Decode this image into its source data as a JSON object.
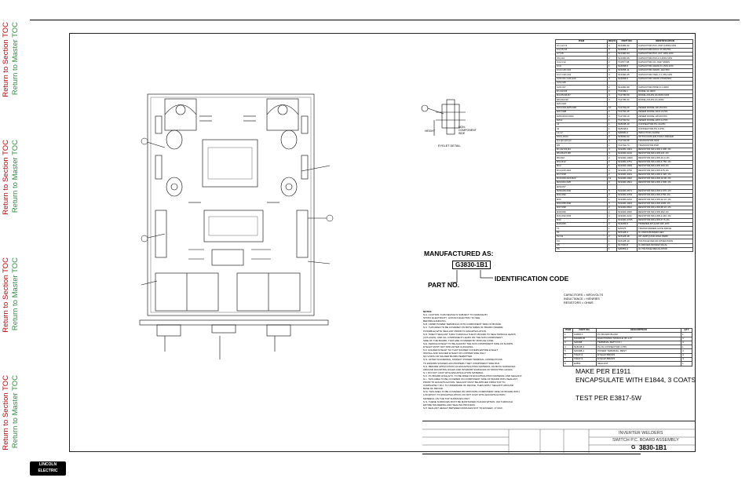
{
  "sidebar": {
    "links": [
      {
        "section": "Return to Section TOC",
        "master": "Return to Master TOC"
      },
      {
        "section": "Return to Section TOC",
        "master": "Return to Master TOC"
      },
      {
        "section": "Return to Section TOC",
        "master": "Return to Master TOC"
      },
      {
        "section": "Return to Section TOC",
        "master": "Return to Master TOC"
      }
    ],
    "section_color": "#c00000",
    "master_color": "#2a8c3a"
  },
  "drawing": {
    "eyelet_detail": "EYELET DETAIL",
    "non_component_side": "NON-COMPONENT SIDE",
    "height_label": "HEIGHT",
    "manufactured_as": "MANUFACTURED AS:",
    "part_code": "G3830-1B1",
    "identification_code": "IDENTIFICATION CODE",
    "part_no_label": "PART NO.",
    "notes_heading": "NOTES:",
    "notes": [
      "N.A. CAUTION: THIS DEVICE IS SUBJECT TO DAMAGE BY",
      "STATIC ELECTRICITY. LINCOLN ELECTRIC TO SEE",
      "BEFORE HANDLING.",
      "N.B. CRIMP POWER TERMINALS INTO COMPONENT SIDE OF BOARD.",
      "N.C. THIS AREA TO BE COVERED ON BOTH SIDES OF BOARD (WHERE",
      "POSSIBLE) WITH SEALANT PRIOR TO ENCAPSULATION.",
      "N.D. INJECT SEALANT THRU THROUGH THE PC BOARD TO SEAL MODULE LEADS",
      "(4 PLACES), AND ALL COMPONENT LEADS ON THE NON-COMPONENT",
      "SIDE OF THE BOARD, THAT ARE COVERED BY MODULE CASE.",
      "N.E. FEMALE EYELET TO BE AGAINST THE NON-COMPONENT SIDE AS SHOWN.",
      "EYELET MUST NOT SPIN AFTER CLINCHING.",
      "N.F. SOLDER EYELET SO THAT SOLDER COVERS ENTIRE EYELET.",
      "INSTALL AND SOLDER EYELET ON COPPER SIDE ONLY.",
      "NO VOIDS OR SOLDER BLOBS PERMITTED.",
      "N.G. AFTER SOLDERING, INSPECT POWER TERMINAL CONNECTIONS",
      "TO ENSURE SOLDER HAS PROPERLY WET COMPONENT SIDE PAD.",
      "N.H. BEFORE APPLICATION OF ENCAPSULATION MATERIAL ON BOTH SURFACES",
      "AROUND MOUNTING HOLES AND INTERIOR SURFACES OF MOUNTING HOLES.",
      "N.J. DO NOT COAT WITH ENCAPSULATION MATERIAL.",
      "N.K. PC BOARD HOLE ETC. TO BE FREE OF ENCAPSULATION MATERIAL AND SEALANT.",
      "N.L. THIS AREA TO BE COVERED ON COMPONENT SIDE OF BOARD WITH SEALANT",
      "PRIOR TO ENCAPSULATION. SEALANT MUST BE APPLIED FROM TOP TO",
      "COMPLETELY FILL TO UNDERSIDE OF DEVICE, THEN APPLY SEALANT AROUND",
      "BASE OF DEVICE.",
      "N.M. THIS AREA TO BE COVERED ON OPPOSITE COMPONENT SIDE OF BOARD WITH",
      "1/16 EPOXY TO ENCAPSULATION. DO NOT COAT WITH ENCAPSULATION",
      "MATERIAL ON THE TOP SURFACES ONLY.",
      "N.N. THESE SURFACES MUST BE MAINTAINED PLANAR WITHIN .010 THROUGH",
      "ENTIRE SOLDERING AND SEALING PROCESS.",
      "N.P. SEALANT HEIGHT BETWEEN MODULES NOT TO EXCEED .17 MAX."
    ],
    "units_note": [
      "CAPACITORS = MFD/VOLTS",
      "INDUCTANCE = HENRIES",
      "RESISTORS = OHMS"
    ],
    "make_per": "MAKE PER E1911",
    "encapsulate": "ENCAPSULATE WITH E1844, 3 COATS",
    "test_per": "TEST PER E3817-5W"
  },
  "parts_table": {
    "headers": [
      "ITEM",
      "REQ'D",
      "PART NO.",
      "IDENTIFICATION"
    ],
    "rows": [
      [
        "C1,C2,C3",
        "3",
        "S13490-42",
        "CAPACITOR,PCF,.0047,1600V,10%"
      ],
      [
        "C4,C5,C6",
        "3",
        "S16668-1",
        "CAPACITOR,PCF,0.47,50V,5%"
      ],
      [
        "C7,C8",
        "2",
        "S13490-93",
        "CAPACITOR,PCF,.047,100V,10%"
      ],
      [
        "C9,C10",
        "2",
        "S13490-66",
        "CAPACITOR,PCF,1.0,400V,10%"
      ],
      [
        "C11,C12",
        "2",
        "T11577-58",
        "CAPACITOR,CD,.0047,3000V"
      ],
      [
        "C13",
        "1",
        "S16668-5",
        "CAPACITOR,CEMO,0.1,50V,10%"
      ],
      [
        "C14,C15,C16",
        "3",
        "S16668-11",
        "CAPACITOR,CEMO,.022,50V"
      ],
      [
        "C17,C18,C19",
        "3",
        "S13490-25",
        "CAPACITOR,TAEL,4.7,35V,10%"
      ],
      [
        "C20,C21,C22,C23",
        "4",
        "S16668-6",
        "CAPACITOR,CEMO,4700P,50V"
      ],
      [
        "C24,C25",
        "",
        "",
        ""
      ],
      [
        "C26,C27",
        "2",
        "S13490-99",
        "CAPACITOR,PPMF,0.1,400V"
      ],
      [
        "D1,D2,D3",
        "3",
        "T12199-1",
        "DIODE,1A,400V"
      ],
      [
        "D4,D5,D6,D7",
        "4",
        "T12705-59",
        "DIODE,AXLDS,3A,600V,UFR"
      ],
      [
        "D8,D9,D10",
        "3",
        "T12705-34",
        "DIODE,AXLDS,1A,400V"
      ],
      [
        "DZ1,DZ2",
        "",
        "",
        ""
      ],
      [
        "DZ3,DZ4,DZ5,DZ6",
        "10",
        "T12702-29",
        "ZENER DIODE,1W,15V,5%"
      ],
      [
        "DZ7,DZ8",
        "2",
        "T12702-45",
        "ZENER DIODE,1W,6.2V,5%"
      ],
      [
        "DZ9,DZ10,DZ11",
        "3",
        "T12702-19",
        "ZENER DIODE,1W,20V,5%"
      ],
      [
        "DZ12",
        "1",
        "T12702-52",
        "ZENER DIODE,1W,5.1V,5%"
      ],
      [
        "J1",
        "1",
        "S18248-10",
        "CONNECTOR,PC,10-PIN"
      ],
      [
        "J2",
        "1",
        "S18248-6",
        "CONNECTOR,PC,6-PIN"
      ],
      [
        "L1,L2",
        "2",
        "S20500-2",
        "INDUCTOR,CHOKE"
      ],
      [
        "OCI1,OCI2",
        "2",
        "S15000-22",
        "OPTOCOUPLER,TRIAC DRIVER"
      ],
      [
        "Q1,Q2,Q3,Q4",
        "4",
        "T12704-68",
        "TRANSISTOR,NMF"
      ],
      [
        "Q5",
        "1",
        "T12704-73",
        "TRANSISTOR,PNP"
      ],
      [
        "R1,R2,R3,R4",
        "4",
        "S19400-1001",
        "RESISTOR,MF,1/4W,1.00K,1%"
      ],
      [
        "R5,R6,R7,R8",
        "4",
        "S19400-2210",
        "RESISTOR,MF,1/4W,221,1%"
      ],
      [
        "R9,R10",
        "2",
        "S19400-10R0",
        "RESISTOR,MF,1/4W,10.0,1%"
      ],
      [
        "R11,R12",
        "2",
        "S19400-4751",
        "RESISTOR,MF,1/4W,4.75K,1%"
      ],
      [
        "R13",
        "1",
        "S19400-1000",
        "RESISTOR,MF,1/4W,100,1%"
      ],
      [
        "R14,R15,R16",
        "3",
        "S19400-4750",
        "RESISTOR,MF,1/4W,475,1%"
      ],
      [
        "R17,R18",
        "2",
        "S19400-3321",
        "RESISTOR,MF,1/4W,3.32K,1%"
      ],
      [
        "R19,R20,R21,R22",
        "12",
        "S19400-1002",
        "RESISTOR,MF,1/4W,10.0K,1%"
      ],
      [
        "R23,R24,R25",
        "3",
        "S19400-1501",
        "RESISTOR,MF,1/4W,1.50K,1%"
      ],
      [
        "R26,R27",
        "",
        "",
        ""
      ],
      [
        "R28,R29,R30",
        "3",
        "S19400-2671",
        "RESISTOR,MF,1/4W,2.67K,1%"
      ],
      [
        "R31,R32",
        "2",
        "S19400-4753",
        "RESISTOR,MF,1/4W,475K,1%"
      ],
      [
        "R33",
        "1",
        "S19400-2212",
        "RESISTOR,MF,1/4W,22.1K,1%"
      ],
      [
        "R34,R35,R36",
        "3",
        "S19400-1003",
        "RESISTOR,MF,1/4W,100K,1%"
      ],
      [
        "R37,R38",
        "2",
        "S19400-6812",
        "RESISTOR,MF,1/4W,68.1K,1%"
      ],
      [
        "R39,R40",
        "2",
        "S19400-3920",
        "RESISTOR,MF,1/4W,392,1%"
      ],
      [
        "R41,R42,R43",
        "3",
        "S19400-2211",
        "RESISTOR,MF,1/4W,2.21K,1%"
      ],
      [
        "R44",
        "1",
        "S19400-47R5",
        "RESISTOR,MF,1/4W,47.5,1%"
      ],
      [
        "R45,R46",
        "2",
        "S16296-5",
        "TRIMMER,MT,1/2W,10K,10%"
      ],
      [
        "T1",
        "1",
        "S20375",
        "TRANSFORMER,GATE DRIVE"
      ],
      [
        "X1",
        "1",
        "S15128-4",
        "IC,CMOS,BUFFER,HEX"
      ],
      [
        "X2,X3",
        "2",
        "S15128-18",
        "OP-AMP,QUAD,HIGH PERF"
      ],
      [
        "X4",
        "1",
        "S15128-10",
        "VOLTAGE REF,ADJ,PRECISION"
      ],
      [
        "X5",
        "1",
        "S17900-8",
        "IC,DRIVER,MOSFET,DUAL"
      ],
      [
        "X6",
        "1",
        "S20353-4",
        "IC,VOLTAGE REGULATOR"
      ]
    ]
  },
  "bom_table": {
    "headers": [
      "ITEM",
      "PART NO.",
      "DESCRIPTION",
      "QTY"
    ],
    "rows": [
      [
        "1",
        "G3830-1",
        "PC BOARD BLANK",
        "1"
      ],
      [
        "2",
        "M19666-B",
        "ELECTRONIC MODULE (IF-1-2)",
        "4"
      ],
      [
        "3",
        "S20498",
        "TERMINAL,BATT,(I.D.)",
        "4"
      ],
      [
        "4",
        "S18248-4",
        "PLUG,CONNECTOR,4-PIN",
        "1"
      ],
      [
        "5",
        "S20498-1",
        "POWER TERMINAL, BENT",
        "4"
      ],
      [
        "6",
        "T9147-2",
        "EYELET,BRASS",
        "4"
      ],
      [
        "7",
        "T9147-3",
        "EYELET,BRASS",
        "4"
      ],
      [
        "8",
        "E2861",
        "SEALANT",
        "1"
      ]
    ]
  },
  "title_block": {
    "title_top": "INVERTER WELDERS",
    "title_main": "SWITCH P.C. BOARD ASSEMBLY",
    "drawing_no_prefix": "G",
    "drawing_no": "3830-1B1"
  },
  "logo": {
    "line1": "LINCOLN",
    "line2": "ELECTRIC"
  }
}
